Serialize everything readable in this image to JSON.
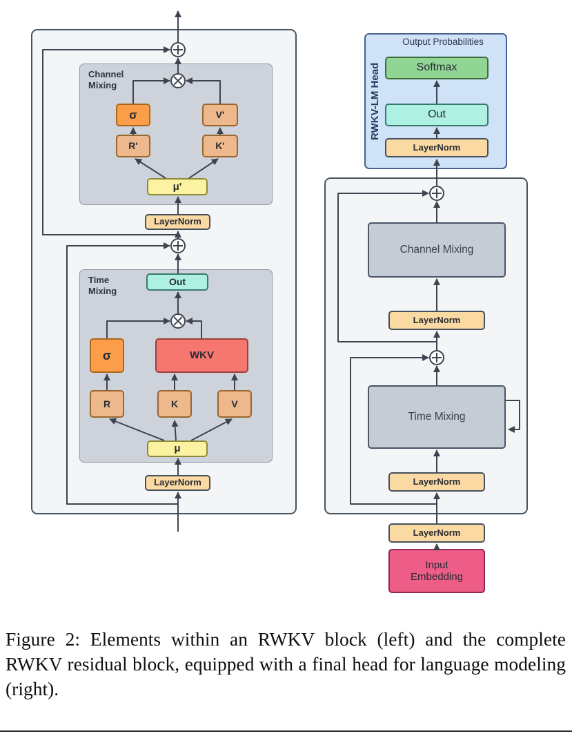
{
  "caption": "Figure 2: Elements within an RWKV block (left) and the complete RWKV residual block, equipped with a final head for language modeling (right).",
  "left_block": {
    "channel_mixing": {
      "label": "Channel Mixing",
      "sigma": "σ",
      "v_prime": "V'",
      "r_prime": "R'",
      "k_prime": "K'",
      "mu_prime": "μ'"
    },
    "layernorm_channel": "LayerNorm",
    "time_mixing": {
      "label": "Time Mixing",
      "out": "Out",
      "sigma": "σ",
      "wkv": "WKV",
      "r": "R",
      "k": "K",
      "v": "V",
      "mu": "μ"
    },
    "layernorm_time": "LayerNorm"
  },
  "right_block": {
    "lm_head": {
      "title": "RWKV-LM Head",
      "output_probabilities": "Output Probabilities",
      "softmax": "Softmax",
      "out": "Out",
      "layernorm": "LayerNorm"
    },
    "residual_block": {
      "channel_mixing": "Channel Mixing",
      "layernorm_mid": "LayerNorm",
      "time_mixing": "Time Mixing",
      "layernorm_bottom": "LayerNorm"
    },
    "layernorm_input": "LayerNorm",
    "input_embedding": "Input Embedding"
  },
  "colors": {
    "arrow": "#3d4450",
    "orange": "#fc9d49",
    "tan": "#edb98c",
    "yellow": "#fbf3a1",
    "layernorm": "#fbd9a2",
    "cyan": "#aef0e2",
    "red": "#f67670",
    "green": "#90d593",
    "pink": "#ee5d87",
    "head_blue": "#d0e2f8",
    "mixing_gray": "#c6ccd5"
  }
}
